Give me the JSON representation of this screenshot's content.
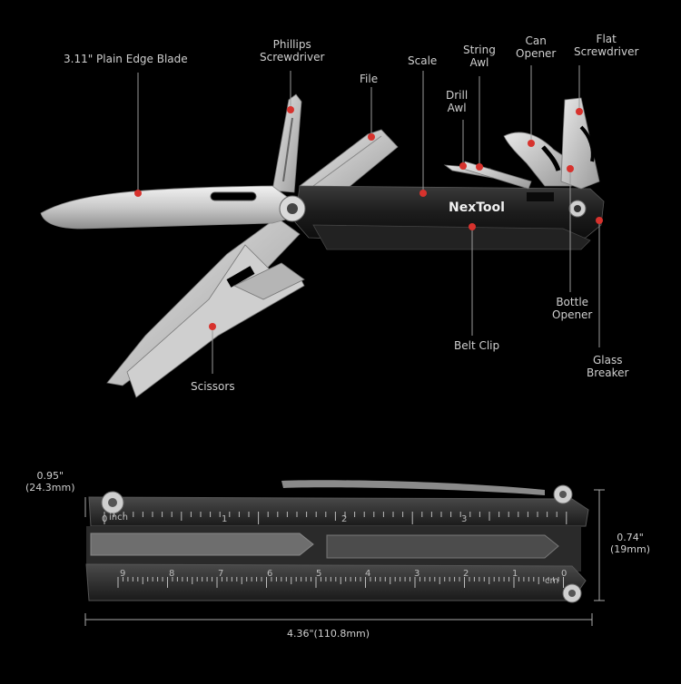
{
  "brand": "NexTool",
  "callouts": {
    "blade": "3.11\" Plain Edge Blade",
    "phillips": [
      "Phillips",
      "Screwdriver"
    ],
    "file": "File",
    "scale": "Scale",
    "string_awl": [
      "String",
      "Awl"
    ],
    "drill_awl": [
      "Drill",
      "Awl"
    ],
    "can_opener": [
      "Can",
      "Opener"
    ],
    "flat_screwdriver": [
      "Flat",
      "Screwdriver"
    ],
    "bottle_opener": [
      "Bottle",
      "Opener"
    ],
    "belt_clip": "Belt Clip",
    "glass_breaker": [
      "Glass",
      "Breaker"
    ],
    "scissors": "Scissors"
  },
  "dimensions": {
    "width": [
      "0.95\"",
      "(24.3mm)"
    ],
    "height": [
      "0.74\"",
      "(19mm)"
    ],
    "length": "4.36\"(110.8mm)"
  },
  "ruler_top": {
    "unit": "inch",
    "ticks": [
      "0",
      "1",
      "2",
      "3"
    ]
  },
  "ruler_bottom": {
    "unit": "cm",
    "ticks": [
      "9",
      "8",
      "7",
      "6",
      "5",
      "4",
      "3",
      "2",
      "1",
      "0"
    ]
  },
  "colors": {
    "marker": "#d7322d",
    "label": "#cfcfcf",
    "background": "#000000"
  }
}
